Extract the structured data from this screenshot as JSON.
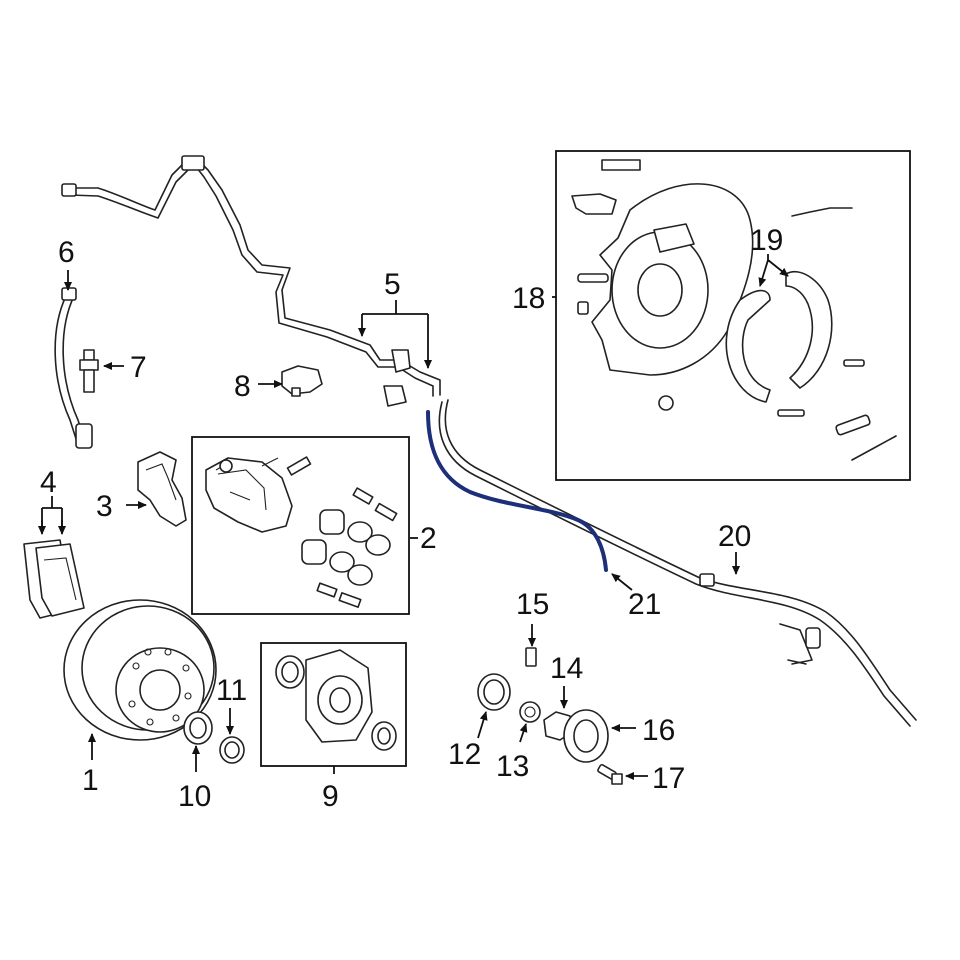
{
  "diagram": {
    "highlight_color": "#1e2f7a",
    "line_color": "#111111",
    "callouts": [
      {
        "id": "1",
        "label": "1"
      },
      {
        "id": "2",
        "label": "2"
      },
      {
        "id": "3",
        "label": "3"
      },
      {
        "id": "4",
        "label": "4"
      },
      {
        "id": "5",
        "label": "5"
      },
      {
        "id": "6",
        "label": "6"
      },
      {
        "id": "7",
        "label": "7"
      },
      {
        "id": "8",
        "label": "8"
      },
      {
        "id": "9",
        "label": "9"
      },
      {
        "id": "10",
        "label": "10"
      },
      {
        "id": "11",
        "label": "11"
      },
      {
        "id": "12",
        "label": "12"
      },
      {
        "id": "13",
        "label": "13"
      },
      {
        "id": "14",
        "label": "14"
      },
      {
        "id": "15",
        "label": "15"
      },
      {
        "id": "16",
        "label": "16"
      },
      {
        "id": "17",
        "label": "17"
      },
      {
        "id": "18",
        "label": "18"
      },
      {
        "id": "19",
        "label": "19"
      },
      {
        "id": "20",
        "label": "20"
      },
      {
        "id": "21",
        "label": "21"
      }
    ]
  }
}
